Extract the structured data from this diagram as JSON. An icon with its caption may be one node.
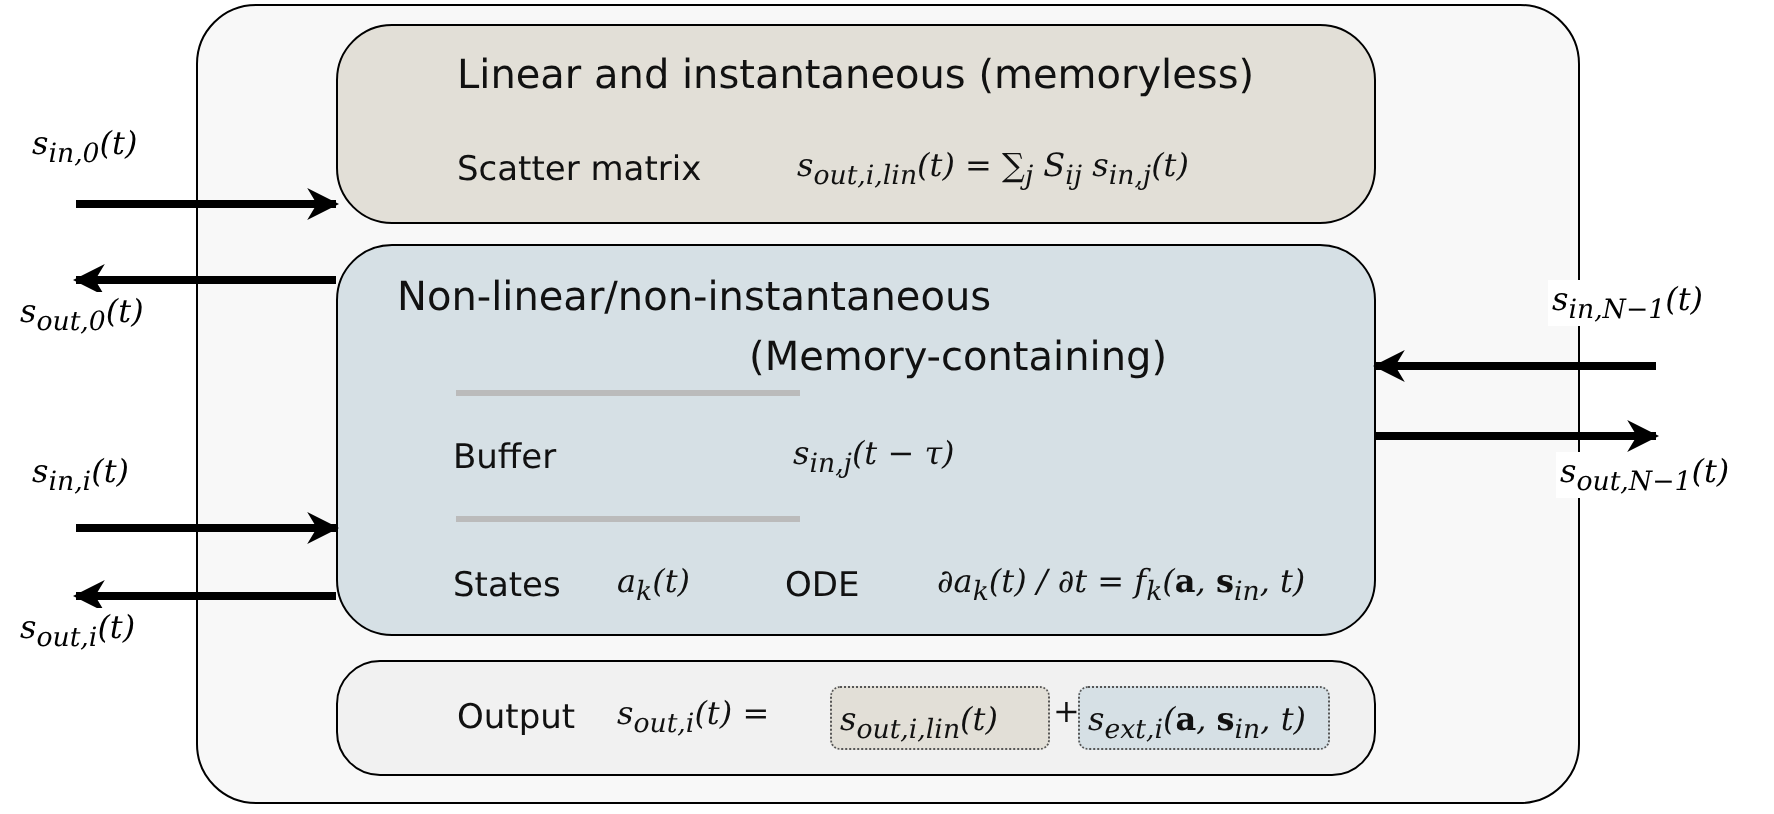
{
  "diagram": {
    "nodes": [
      {
        "text": [],
        "shape": "box"
      },
      {
        "text": [
          "Linear and instantaneous (memoryless)",
          "Scatter matrix",
          "s$_{out,i,lin}$(t) = ∑$_{j}$ S$_{ij}$ s$_{in,j}$(t)"
        ],
        "in": 0
      },
      {
        "text": [
          "Non-linear/non-instantaneous (Memory-containing)",
          "Buffer",
          "s$_{in,j}$(t − τ)",
          "States",
          "a$_{k}$(t)",
          "ODE",
          "∂a$_{k}$(t) / ∂t = f$_{k}$(**a**, **s**$_{in}$, t)"
        ],
        "in": 0
      },
      {
        "text": [
          "Output",
          "s$_{out,i}$(t) =",
          "+"
        ],
        "in": 0
      },
      {
        "text": [
          "s$_{out,i,lin}$(t)"
        ],
        "in": 3
      },
      {
        "text": [
          "s$_{ext,i}$(**a**, **s**$_{in}$, t)"
        ],
        "in": 3
      }
    ],
    "edges": [
      {
        "from": null,
        "to": 1,
        "arrow": "to",
        "label": "s$_{in,0}$(t)"
      },
      {
        "from": 2,
        "to": null,
        "arrow": "to",
        "label": "s$_{out,0}$(t)"
      },
      {
        "from": null,
        "to": 2,
        "arrow": "to",
        "label": "s$_{in,i}$(t)"
      },
      {
        "from": 2,
        "to": null,
        "arrow": "to",
        "label": "s$_{out,i}$(t)"
      },
      {
        "from": null,
        "to": 2,
        "arrow": "to",
        "label": "s$_{in,N−1}$(t)"
      },
      {
        "from": 2,
        "to": null,
        "arrow": "to",
        "label": "s$_{out,N−1}$(t)"
      }
    ]
  }
}
